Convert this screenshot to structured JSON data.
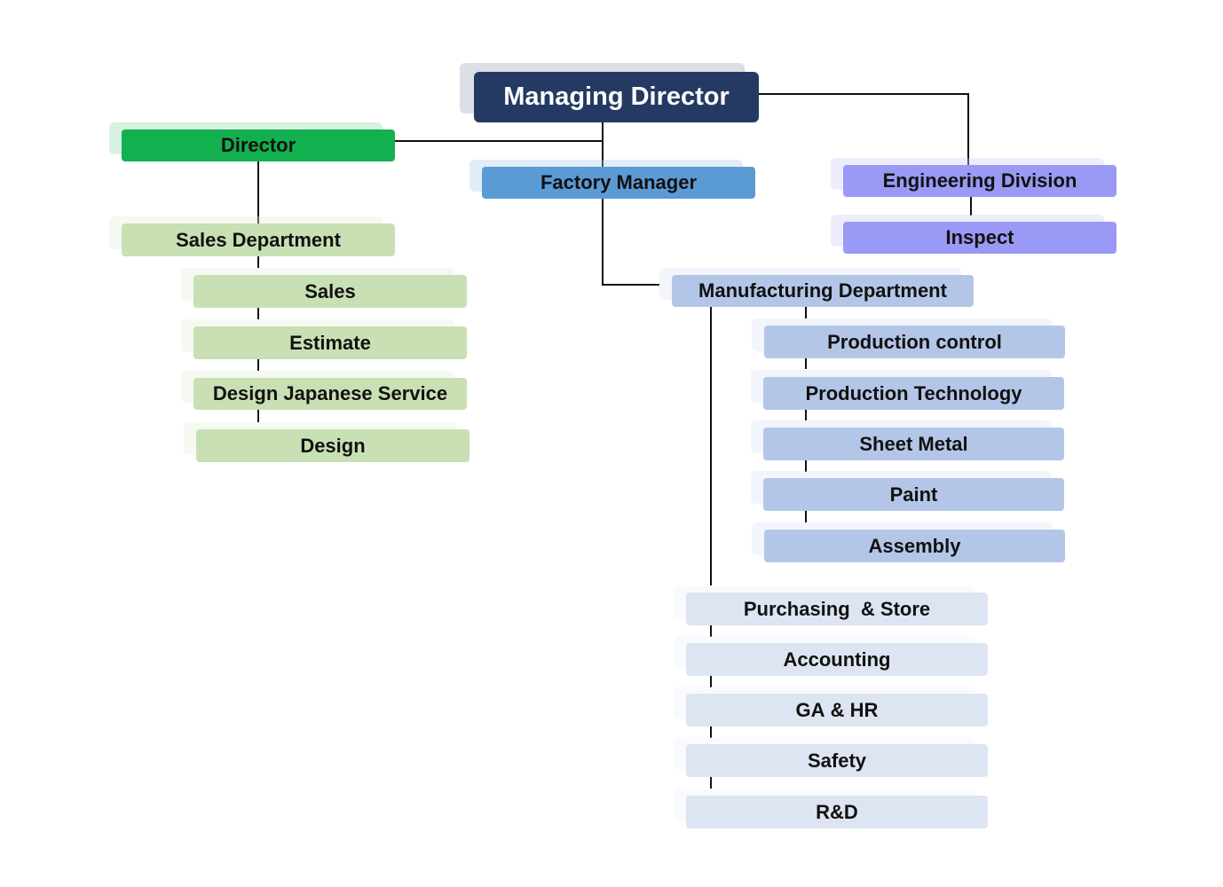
{
  "colors": {
    "managing": "#243a63",
    "director": "#12b04e",
    "sales_dept": "#c8e0b3",
    "factory": "#5b9bd5",
    "engineering": "#9a99f5",
    "manufacturing": "#b4c6e7",
    "support": "#dde5f3",
    "line": "#111111"
  },
  "managing_director": {
    "label": "Managing Director"
  },
  "director": {
    "label": "Director",
    "sales_department": {
      "label": "Sales Department",
      "sections": [
        "Sales",
        "Estimate",
        "Design Japanese Service",
        "Design"
      ]
    }
  },
  "factory_manager": {
    "label": "Factory Manager",
    "manufacturing_department": {
      "label": "Manufacturing Department",
      "sections": [
        "Production control",
        "Production Technology",
        "Sheet Metal",
        "Paint",
        "Assembly"
      ]
    },
    "support_sections": [
      "Purchasing  & Store",
      "Accounting",
      "GA & HR",
      "Safety",
      "R&D"
    ]
  },
  "engineering_division": {
    "label": "Engineering  Division",
    "sections": [
      "Inspect"
    ]
  }
}
